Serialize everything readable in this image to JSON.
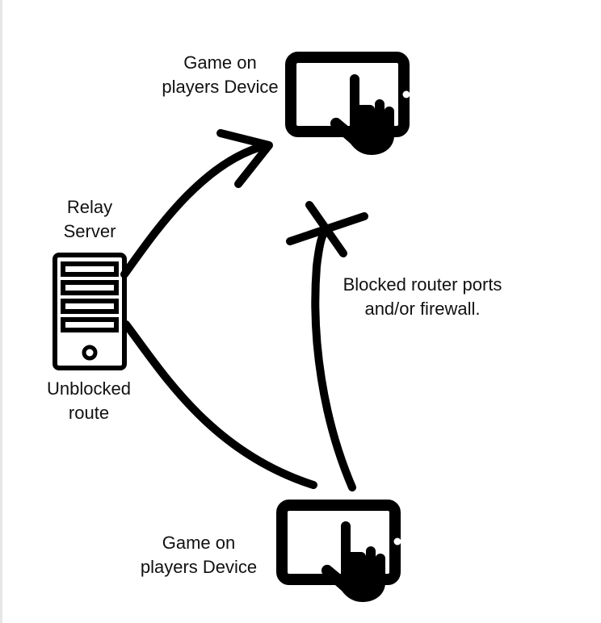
{
  "diagram": {
    "title": "Relay server routing diagram",
    "colors": {
      "ink": "#000000",
      "background": "#ffffff",
      "text": "#111111"
    },
    "nodes": {
      "top_device": {
        "icon": "tablet-touch-icon",
        "label_line1": "Game on",
        "label_line2": "players Device"
      },
      "relay_server": {
        "icon": "server-tower-icon",
        "label_top_line1": "Relay",
        "label_top_line2": "Server",
        "label_bottom_line1": "Unblocked",
        "label_bottom_line2": "route"
      },
      "bottom_device": {
        "icon": "tablet-touch-icon",
        "label_line1": "Game on",
        "label_line2": "players Device"
      }
    },
    "edges": [
      {
        "from": "bottom_device",
        "to": "relay_server",
        "style": "curve",
        "status": "open"
      },
      {
        "from": "relay_server",
        "to": "top_device",
        "style": "arrow",
        "status": "open"
      },
      {
        "from": "bottom_device",
        "to": "top_device",
        "style": "curve",
        "status": "blocked",
        "marker": "cross-icon"
      }
    ],
    "annotations": {
      "blocked_line1": "Blocked router ports",
      "blocked_line2": "and/or firewall."
    }
  }
}
